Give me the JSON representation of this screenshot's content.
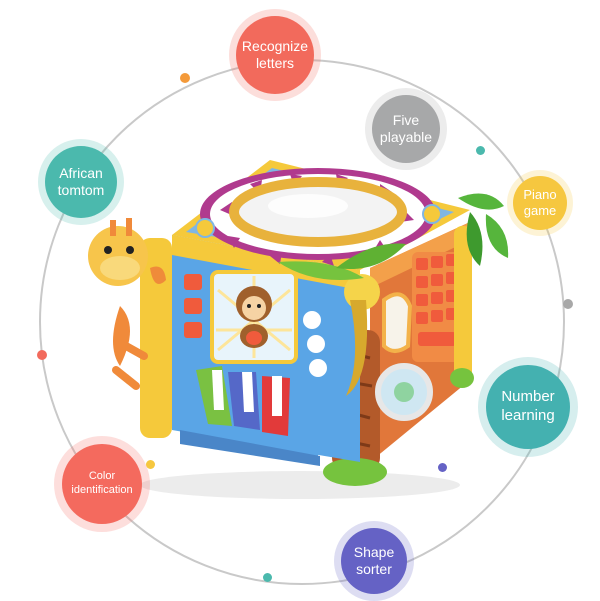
{
  "features": [
    {
      "id": "letters",
      "label": "Recognize letters",
      "color": "#f26a5c"
    },
    {
      "id": "playable",
      "label": "Five playable",
      "color": "#a7a8a9"
    },
    {
      "id": "tomtom",
      "label": "African tomtom",
      "color": "#4bb9ad"
    },
    {
      "id": "piano",
      "label": "Piano game",
      "color": "#f6c73f"
    },
    {
      "id": "number",
      "label": "Number learning",
      "color": "#44b1b0"
    },
    {
      "id": "color",
      "label": "Color identification",
      "color": "#f46a5e"
    },
    {
      "id": "shape",
      "label": "Shape sorter",
      "color": "#6562c5"
    }
  ],
  "colors": {
    "orbit": "#c9c9c9",
    "dot_orange": "#f49a3a",
    "dot_grey": "#a8a8a8",
    "dot_coral": "#f26a5c",
    "dot_teal": "#4bb9ad",
    "dot_gold": "#f6c73f",
    "dot_purple": "#6562c5"
  }
}
